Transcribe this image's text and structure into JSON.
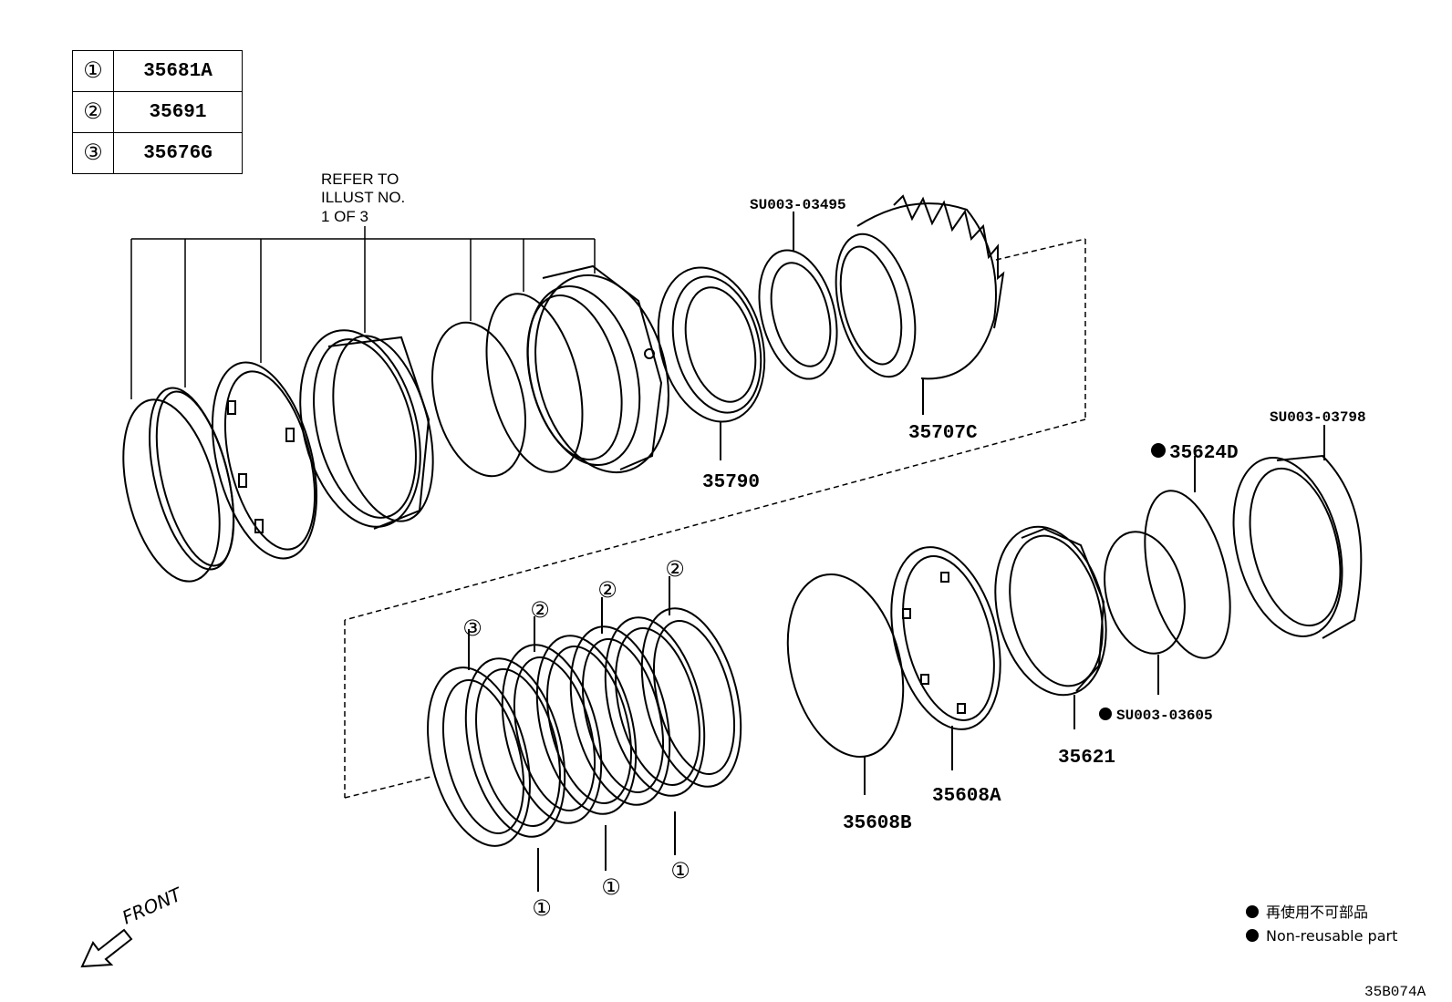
{
  "legend": [
    {
      "num": "①",
      "code": "35681A"
    },
    {
      "num": "②",
      "code": "35691"
    },
    {
      "num": "③",
      "code": "35676G"
    }
  ],
  "refer_text": {
    "line1": "REFER TO",
    "line2": "ILLUST NO.",
    "line3": "1 OF 3"
  },
  "part_labels": {
    "p35790": "35790",
    "p35707C": "35707C",
    "su_03495": "SU003-03495",
    "su_03798": "SU003-03798",
    "p35624D": "35624D",
    "su_03605": "SU003-03605",
    "p35621": "35621",
    "p35608A": "35608A",
    "p35608B": "35608B"
  },
  "callouts": {
    "one": "①",
    "two": "②",
    "three": "③"
  },
  "front_label": "FRONT",
  "notes": {
    "jp": "再使用不可部品",
    "en": "Non-reusable part"
  },
  "diagram_code": "35B074A"
}
